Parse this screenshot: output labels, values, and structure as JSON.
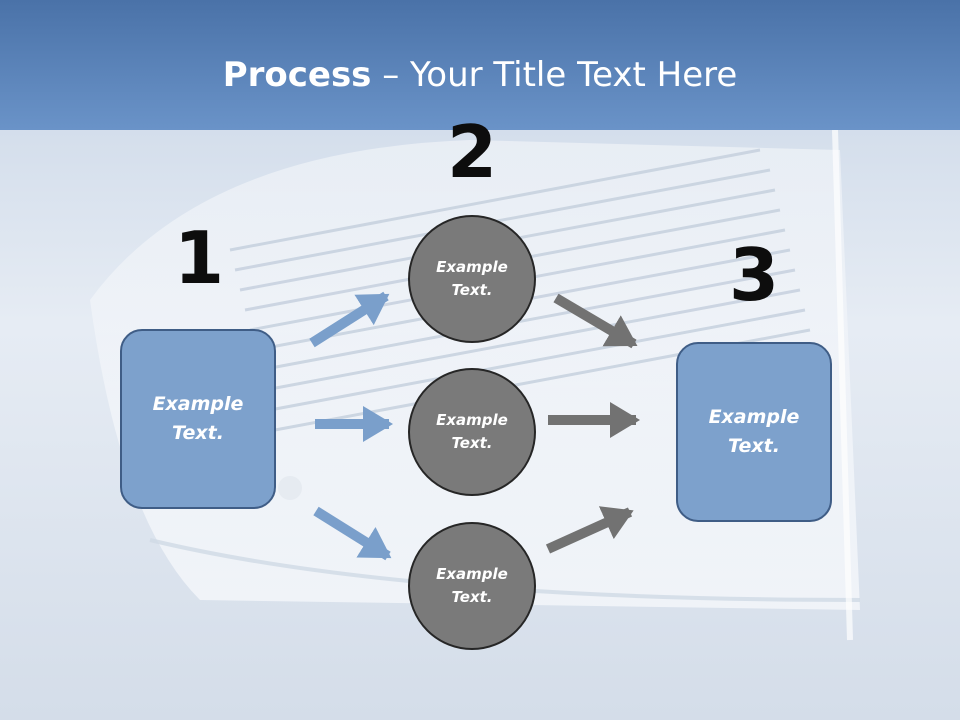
{
  "slide": {
    "title_strong": "Process",
    "title_rest": " – Your Title Text Here"
  },
  "steps": {
    "step1": {
      "number": "1",
      "text": "Example Text."
    },
    "step2": {
      "number": "2"
    },
    "step3": {
      "number": "3",
      "text": "Example Text."
    }
  },
  "circles": [
    {
      "text": "Example Text."
    },
    {
      "text": "Example Text."
    },
    {
      "text": "Example Text."
    }
  ],
  "colors": {
    "title_band": "#5b84bb",
    "box_fill": "#7da1cc",
    "circle_fill": "#7a7a7a",
    "arrow_blue": "#7a9fcb",
    "arrow_gray": "#727272"
  }
}
